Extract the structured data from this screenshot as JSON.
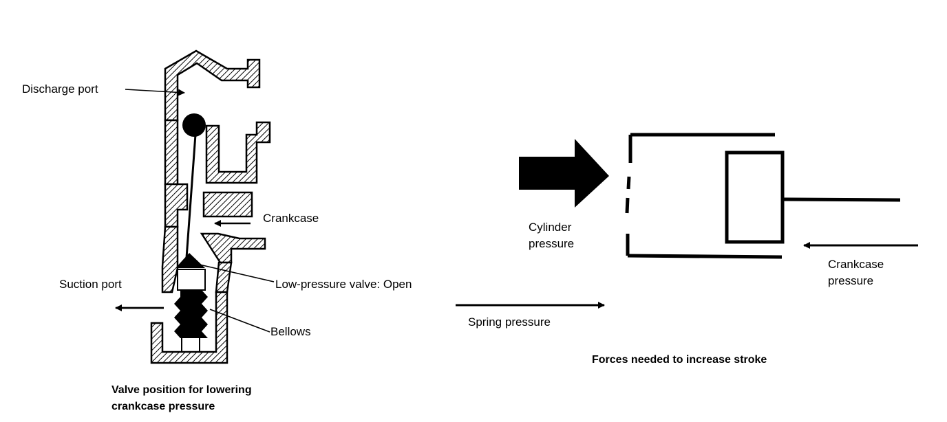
{
  "left_diagram": {
    "labels": {
      "discharge_port": "Discharge port",
      "crankcase": "Crankcase",
      "suction_port": "Suction port",
      "low_pressure_valve": "Low-pressure valve: Open",
      "bellows": "Bellows"
    },
    "caption_line1": "Valve position for lowering",
    "caption_line2": "crankcase pressure"
  },
  "right_diagram": {
    "labels": {
      "cylinder_line1": "Cylinder",
      "cylinder_line2": "pressure",
      "crankcase_line1": "Crankcase",
      "crankcase_line2": "pressure",
      "spring_pressure": "Spring pressure"
    },
    "caption": "Forces needed to increase stroke"
  }
}
